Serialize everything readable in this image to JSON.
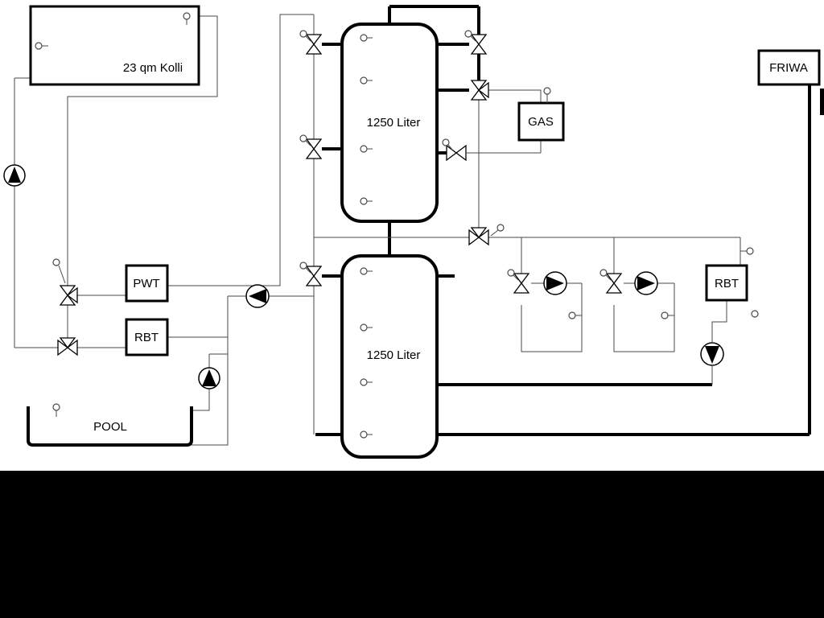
{
  "labels": {
    "collector": "23 qm Kolli",
    "tank_top": "1250 Liter",
    "tank_bottom": "1250 Liter",
    "pwt": "PWT",
    "rbt_left": "RBT",
    "rbt_right": "RBT",
    "gas": "GAS",
    "friwa": "FRIWA",
    "pool": "POOL"
  },
  "colors": {
    "background": "#ffffff",
    "ink": "#000000",
    "thin_line": "#4a4a4a",
    "mask_band": "#000000"
  }
}
